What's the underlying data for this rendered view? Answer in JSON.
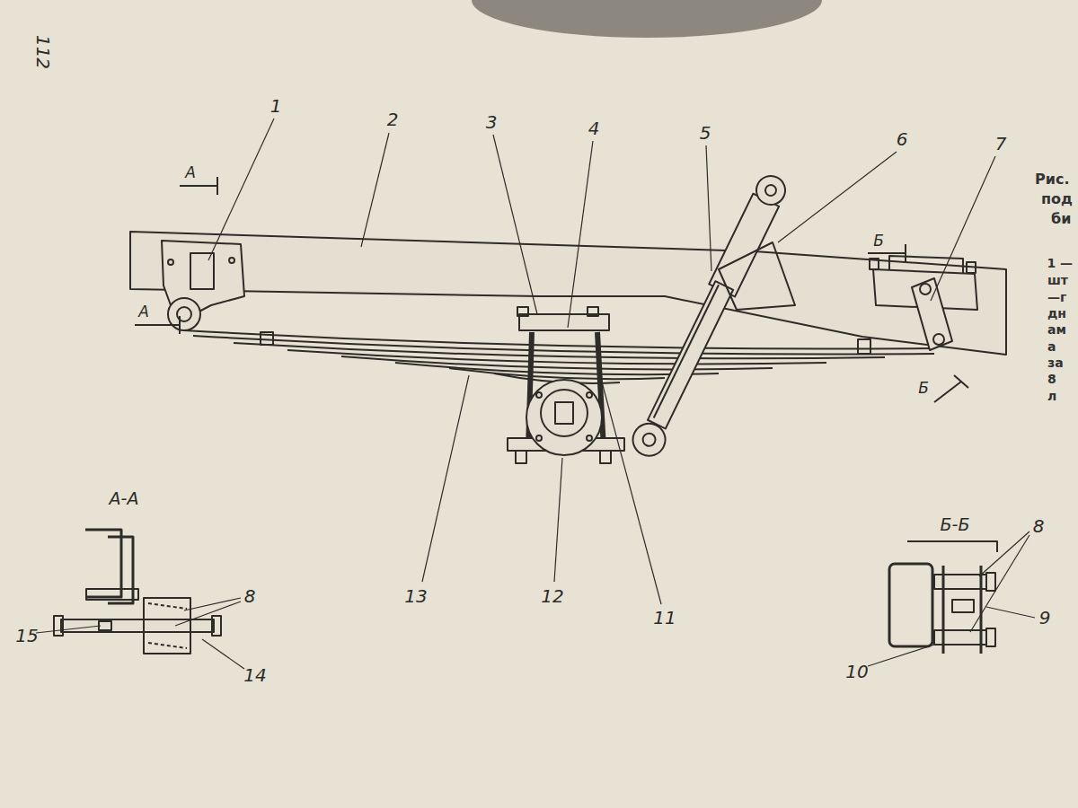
{
  "diagram": {
    "labels": [
      "112",
      "1",
      "2",
      "3",
      "4",
      "5",
      "6",
      "7",
      "А",
      "А",
      "Б",
      "Б",
      "13",
      "12",
      "11",
      "А-А",
      "Б-Б",
      "8",
      "15",
      "14",
      "8",
      "9",
      "10",
      "Рис.",
      "под",
      "би",
      "1 —",
      "шт",
      "—г",
      "дн",
      "ам",
      "а",
      "за",
      "8",
      "л"
    ]
  }
}
